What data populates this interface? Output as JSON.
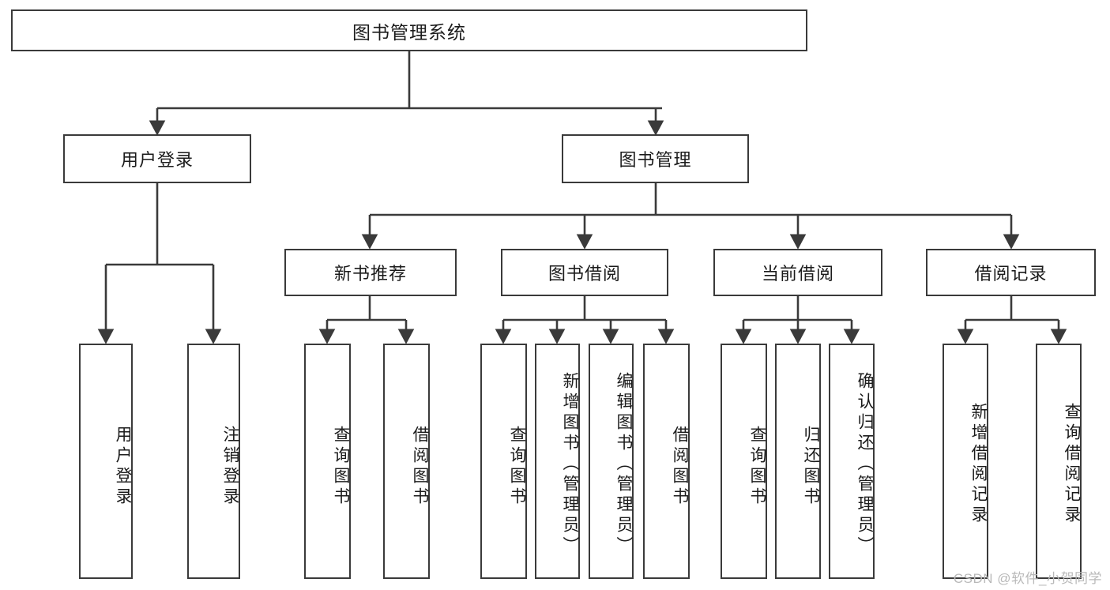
{
  "diagram": {
    "type": "tree",
    "title": "图书管理系统",
    "watermark": "CSDN @软件_小贺同学",
    "colors": {
      "stroke": "#3a3a3a",
      "fill": "#ffffff",
      "text": "#1b1b1b",
      "watermark": "#b9b9b9"
    },
    "root": {
      "label": "图书管理系统"
    },
    "level2": [
      {
        "label": "用户登录"
      },
      {
        "label": "图书管理"
      }
    ],
    "level3": [
      {
        "label": "新书推荐"
      },
      {
        "label": "图书借阅"
      },
      {
        "label": "当前借阅"
      },
      {
        "label": "借阅记录"
      }
    ],
    "leaves": {
      "user_login": [
        {
          "label": "用户登录"
        },
        {
          "label": "注销登录"
        }
      ],
      "new_book": [
        {
          "label": "查询图书"
        },
        {
          "label": "借阅图书"
        }
      ],
      "borrow": [
        {
          "label": "查询图书"
        },
        {
          "label": "新增图书（管理员）"
        },
        {
          "label": "编辑图书（管理员）"
        },
        {
          "label": "借阅图书"
        }
      ],
      "current": [
        {
          "label": "查询图书"
        },
        {
          "label": "归还图书"
        },
        {
          "label": "确认归还（管理员）"
        }
      ],
      "records": [
        {
          "label": "新增借阅记录"
        },
        {
          "label": "查询借阅记录"
        }
      ]
    }
  }
}
